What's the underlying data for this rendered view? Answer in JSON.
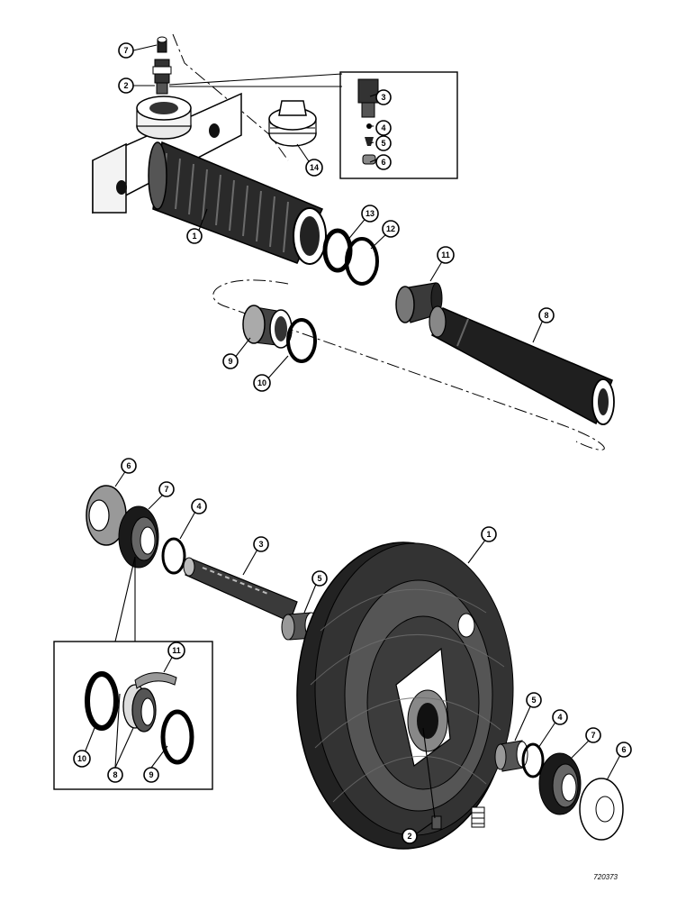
{
  "upper_assembly": {
    "callouts": [
      "7",
      "2",
      "3",
      "4",
      "5",
      "6",
      "14",
      "1",
      "13",
      "12",
      "11",
      "8",
      "9",
      "10"
    ]
  },
  "lower_assembly": {
    "callouts": [
      "6",
      "7",
      "4",
      "3",
      "5",
      "1",
      "11",
      "10",
      "8",
      "9",
      "5",
      "4",
      "7",
      "6",
      "2"
    ]
  },
  "reference_code": "720373"
}
